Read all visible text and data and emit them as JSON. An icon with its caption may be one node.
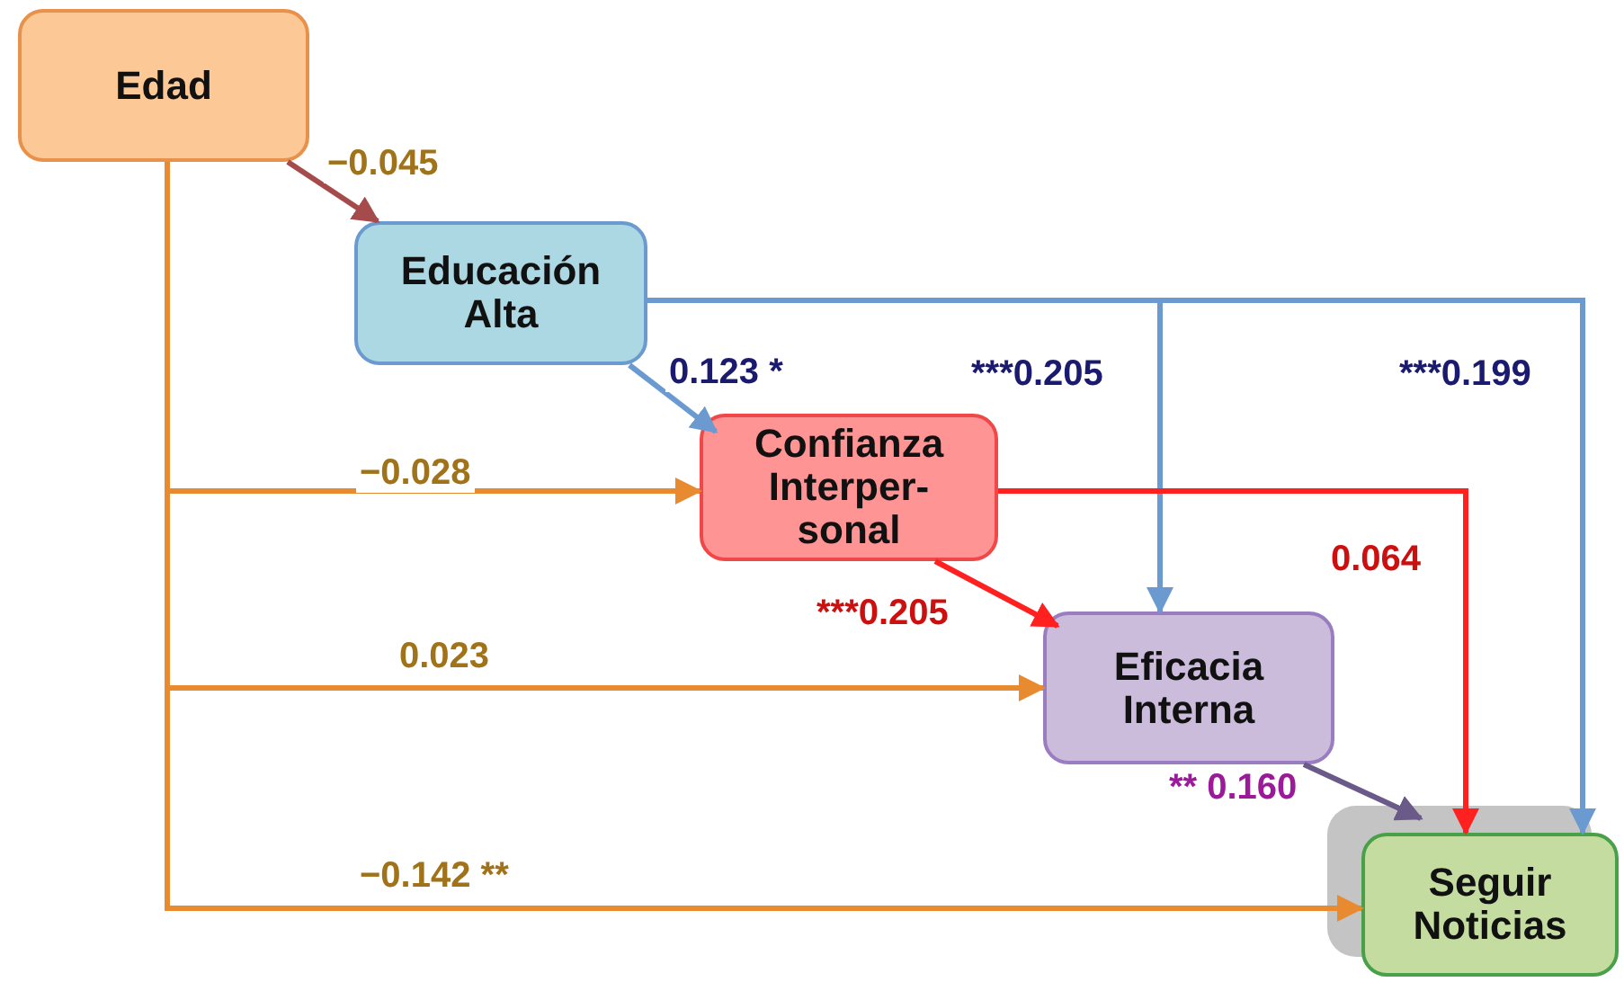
{
  "diagram": {
    "nodes": [
      {
        "text": [
          "Edad"
        ]
      },
      {
        "text": [
          "Educación Alta"
        ]
      },
      {
        "text": [
          "Confianza Interper- sonal"
        ]
      },
      {
        "text": [
          "Eficacia Interna"
        ]
      },
      {
        "text": [
          "Seguir Noticias"
        ]
      }
    ],
    "edges": [
      {
        "from": 0,
        "to": 1,
        "arrow": "to",
        "label": "−0.045",
        "color": "#a64b4b"
      },
      {
        "from": 1,
        "to": 2,
        "arrow": "to",
        "label": "0.123 *",
        "color": "#6a9ad0"
      },
      {
        "from": 1,
        "to": 3,
        "arrow": "to",
        "label": "***0.205",
        "color": "#6a9ad0"
      },
      {
        "from": 1,
        "to": 4,
        "arrow": "to",
        "label": "***0.199",
        "color": "#6a9ad0"
      },
      {
        "from": 0,
        "to": 2,
        "arrow": "to",
        "label": "−0.028",
        "color": "#e88a30"
      },
      {
        "from": 0,
        "to": 3,
        "arrow": "to",
        "label": "0.023",
        "color": "#e88a30"
      },
      {
        "from": 0,
        "to": 4,
        "arrow": "to",
        "label": "−0.142 **",
        "color": "#e88a30"
      },
      {
        "from": 2,
        "to": 3,
        "arrow": "to",
        "label": "***0.205",
        "color": "#ff2020"
      },
      {
        "from": 2,
        "to": 4,
        "arrow": "to",
        "label": "0.064",
        "color": "#ff2020"
      },
      {
        "from": 3,
        "to": 4,
        "arrow": "to",
        "label": "** 0.160",
        "color": "#6a5a8a"
      }
    ]
  }
}
